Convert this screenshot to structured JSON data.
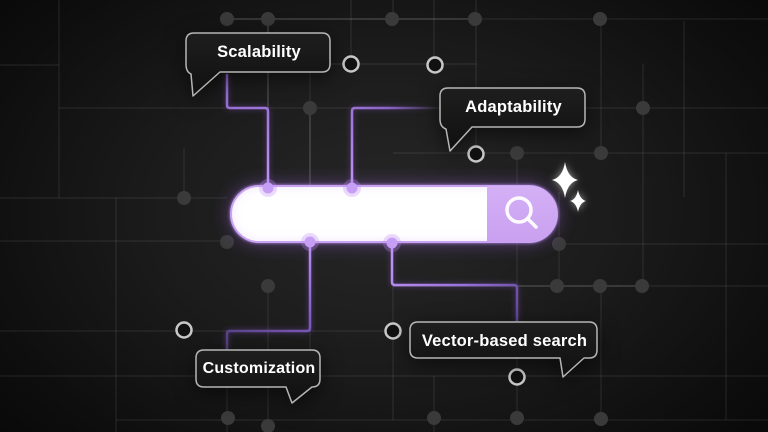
{
  "callouts": {
    "scalability": {
      "label": "Scalability"
    },
    "adaptability": {
      "label": "Adaptability"
    },
    "customization": {
      "label": "Customization"
    },
    "vector_search": {
      "label": "Vector-based search"
    }
  },
  "search_bar": {
    "value": "",
    "placeholder": "",
    "button_icon": "magnifier"
  },
  "icons": {
    "search": "magnifier-icon",
    "sparkle": "four-point-star"
  },
  "colors": {
    "accent_purple": "#cda6f2",
    "connector_purple": "#a87ae4",
    "node_purple": "#c79ef5",
    "bubble_background": "#161616",
    "bubble_border": "#d9d9d9",
    "grid_line": "#2e2e2e",
    "background": "#0c0c0c",
    "search_bar_fill": "#ffffff"
  }
}
